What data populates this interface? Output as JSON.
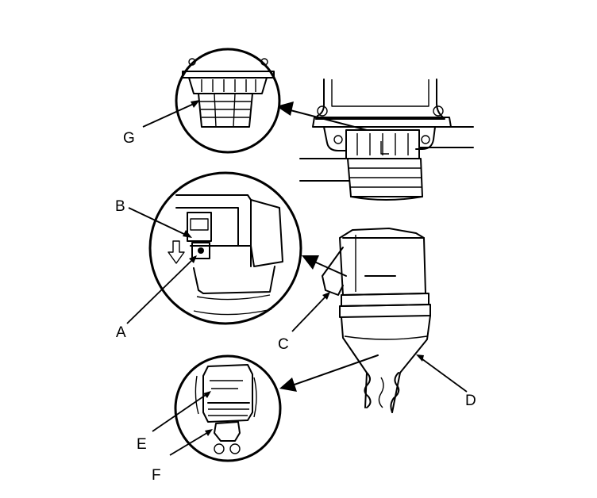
{
  "labels": {
    "a": "A",
    "b": "B",
    "c": "C",
    "d": "D",
    "e": "E",
    "f": "F",
    "g": "G"
  }
}
